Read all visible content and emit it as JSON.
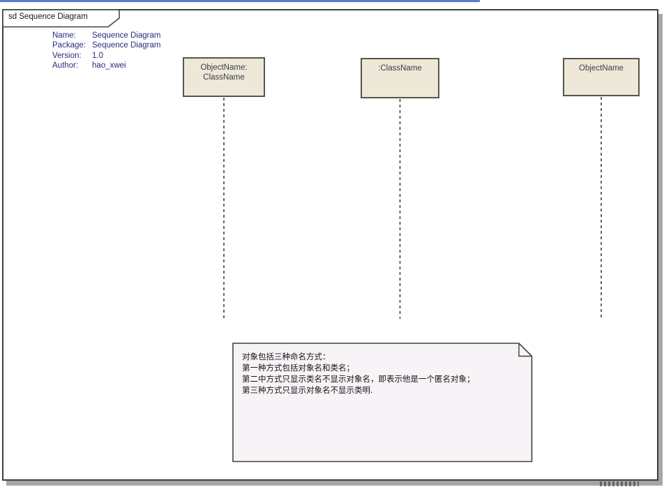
{
  "window": {
    "top_accent_color": "#5b7cd2",
    "frame_border_color": "#3e3e3e",
    "shadow_color": "#a6a6a6"
  },
  "frame": {
    "label": "sd Sequence Diagram"
  },
  "metadata": {
    "text_color": "#2a2a7e",
    "rows": [
      {
        "label": "Name:",
        "value": "Sequence Diagram"
      },
      {
        "label": "Package:",
        "value": "Sequence Diagram"
      },
      {
        "label": "Version:",
        "value": "1.0"
      },
      {
        "label": "Author:",
        "value": "hao_xwei"
      }
    ]
  },
  "lifelines": [
    {
      "lines": [
        "ObjectName:",
        "ClassName"
      ]
    },
    {
      "lines": [
        ":ClassName"
      ]
    },
    {
      "lines": [
        "ObjectName"
      ]
    }
  ],
  "lifeline_style": {
    "head_fill": "#eee8d8",
    "head_border": "#55554b",
    "dash_color": "#3f3f3f"
  },
  "note": {
    "fill": "#f7f3f7",
    "border_color": "#3f3f3f",
    "lines": [
      "对象包括三种命名方式：",
      "第一种方式包括对象名和类名；",
      "第二中方式只显示类名不显示对象名，即表示他是一个匿名对象；",
      "第三种方式只显示对象名不显示类明."
    ]
  }
}
